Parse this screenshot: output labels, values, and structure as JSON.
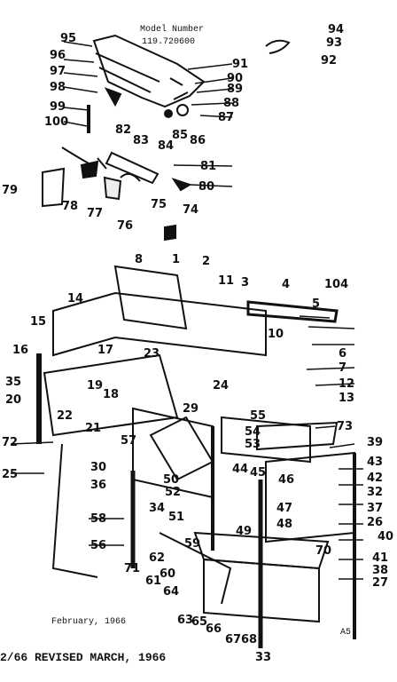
{
  "header": {
    "model_line1": "Model Number",
    "model_line2": "119.720600"
  },
  "footer": {
    "date": "February, 1966",
    "revision": "2/66 REVISED MARCH, 1966",
    "page_code": "A5"
  },
  "callouts": [
    "95",
    "96",
    "97",
    "98",
    "99",
    "100",
    "91",
    "90",
    "89",
    "88",
    "87",
    "86",
    "85",
    "84",
    "83",
    "82",
    "94",
    "93",
    "92",
    "81",
    "80",
    "79",
    "78",
    "77",
    "76",
    "75",
    "74",
    "8",
    "1",
    "2",
    "11",
    "3",
    "4",
    "104",
    "5",
    "14",
    "15",
    "10",
    "16",
    "17",
    "23",
    "6",
    "7",
    "35",
    "20",
    "19",
    "18",
    "24",
    "12",
    "13",
    "22",
    "21",
    "29",
    "55",
    "73",
    "72",
    "25",
    "57",
    "54",
    "53",
    "30",
    "36",
    "50",
    "52",
    "51",
    "34",
    "46",
    "47",
    "48",
    "49",
    "45",
    "44",
    "39",
    "43",
    "42",
    "32",
    "37",
    "26",
    "40",
    "58",
    "56",
    "59",
    "62",
    "71",
    "61",
    "60",
    "64",
    "63",
    "65",
    "66",
    "67",
    "68",
    "70",
    "41",
    "38",
    "27",
    "33"
  ],
  "colors": {
    "ink": "#111111",
    "paper": "#ffffff"
  }
}
